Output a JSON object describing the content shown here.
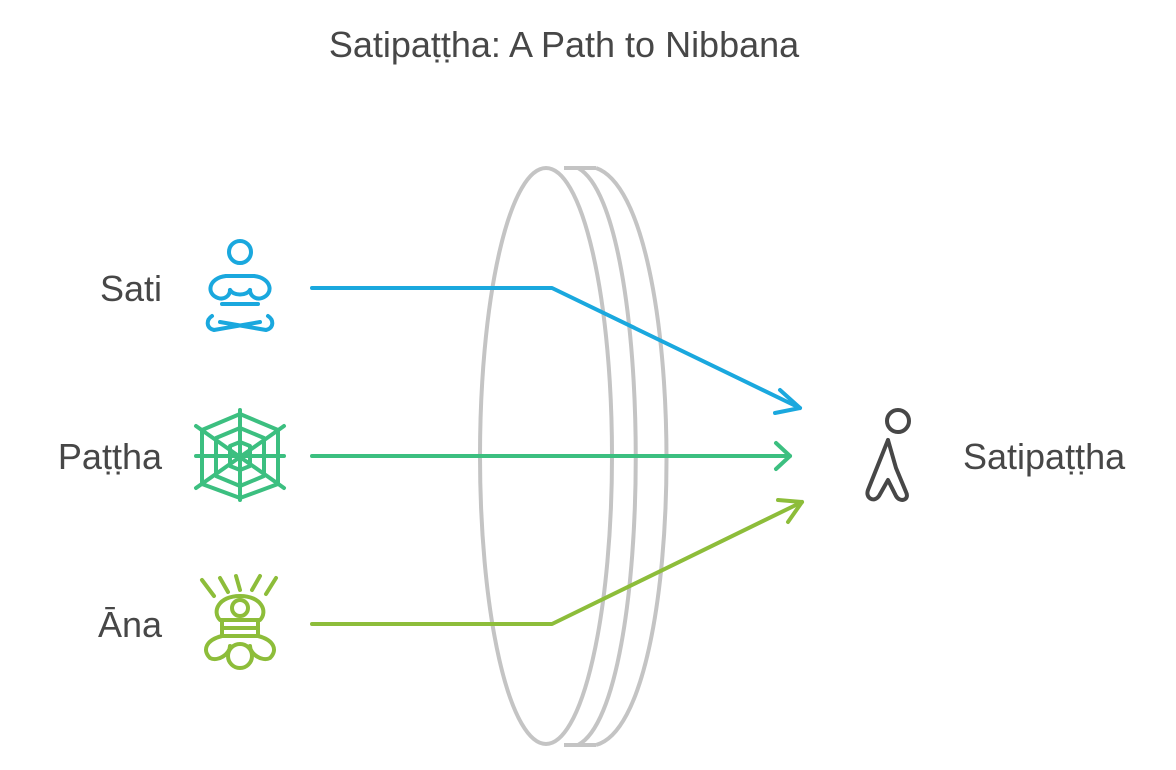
{
  "title": "Satipaṭṭha: A Path to Nibbana",
  "inputs": [
    {
      "label": "Sati",
      "icon": "meditation-icon",
      "color": "#1aa8de"
    },
    {
      "label": "Paṭṭha",
      "icon": "spider-web-icon",
      "color": "#3cbf80"
    },
    {
      "label": "Āna",
      "icon": "insect-icon",
      "color": "#8dbd3a"
    }
  ],
  "output": {
    "label": "Satipaṭṭha",
    "icon": "walking-person-icon",
    "color": "#474747"
  },
  "colors": {
    "lens": "#c4c4c4",
    "text": "#474747"
  }
}
